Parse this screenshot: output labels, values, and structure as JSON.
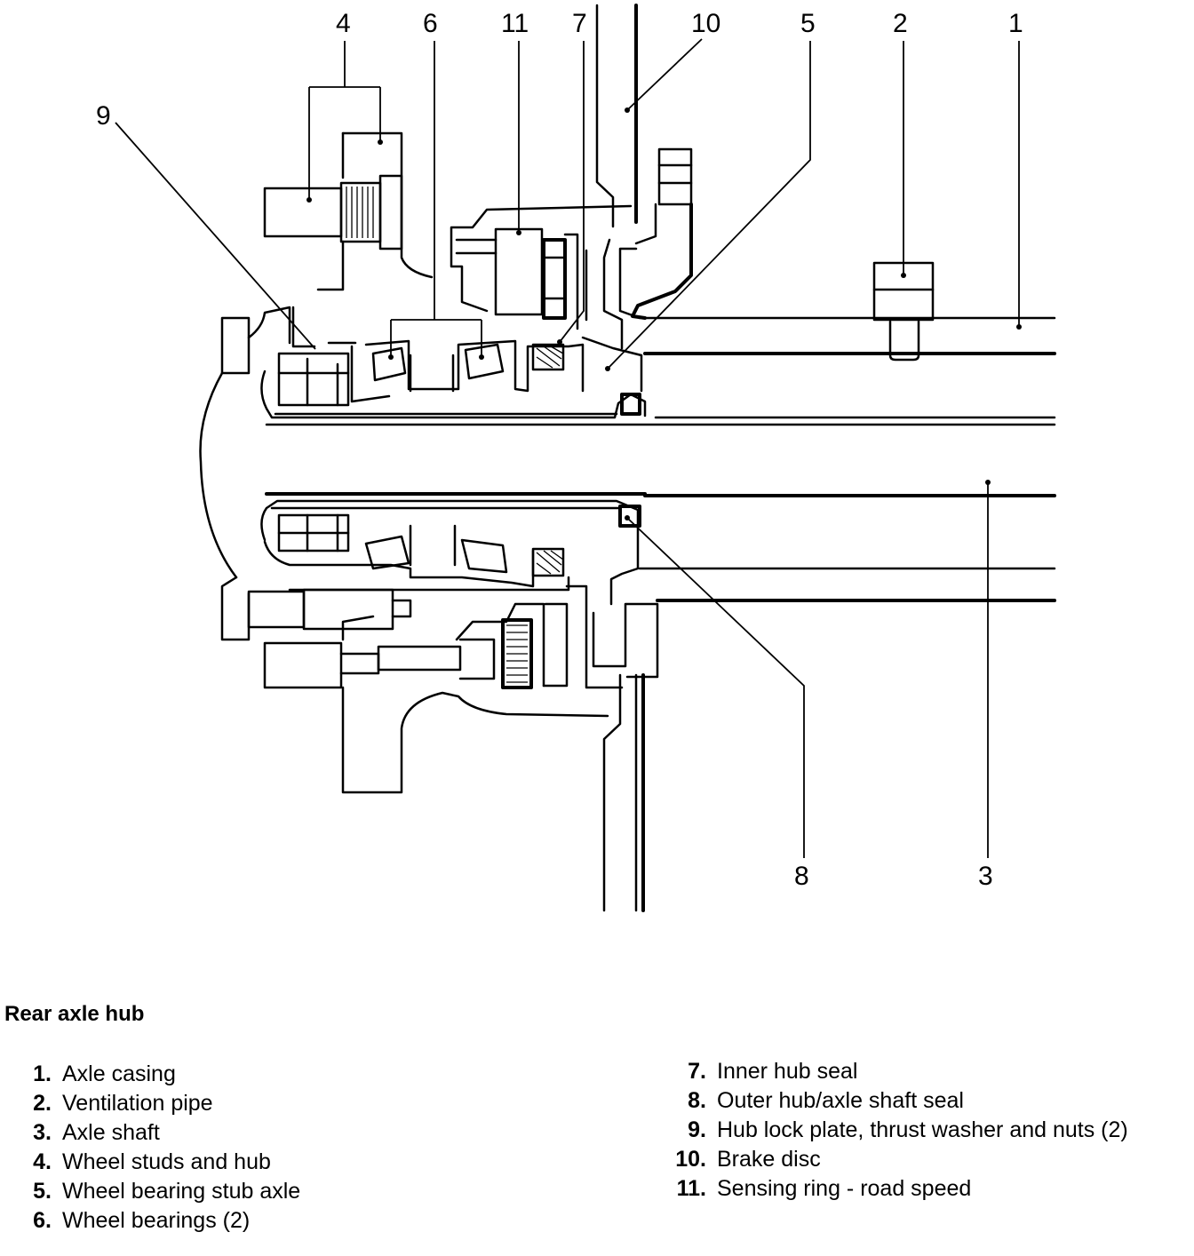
{
  "callouts": [
    {
      "id": "4",
      "label": "4"
    },
    {
      "id": "6",
      "label": "6"
    },
    {
      "id": "11",
      "label": "11"
    },
    {
      "id": "7",
      "label": "7"
    },
    {
      "id": "10",
      "label": "10"
    },
    {
      "id": "5",
      "label": "5"
    },
    {
      "id": "2",
      "label": "2"
    },
    {
      "id": "1",
      "label": "1"
    },
    {
      "id": "9",
      "label": "9"
    },
    {
      "id": "8",
      "label": "8"
    },
    {
      "id": "3",
      "label": "3"
    }
  ],
  "caption": "Rear axle hub",
  "legend": [
    {
      "num": "1.",
      "text": "Axle casing"
    },
    {
      "num": "2.",
      "text": "Ventilation pipe"
    },
    {
      "num": "3.",
      "text": "Axle shaft"
    },
    {
      "num": "4.",
      "text": "Wheel studs and hub"
    },
    {
      "num": "5.",
      "text": "Wheel bearing stub axle"
    },
    {
      "num": "6.",
      "text": "Wheel bearings (2)"
    },
    {
      "num": "7.",
      "text": "Inner hub seal"
    },
    {
      "num": "8.",
      "text": "Outer hub/axle shaft seal"
    },
    {
      "num": "9.",
      "text": "Hub lock plate, thrust washer and nuts (2)"
    },
    {
      "num": "10.",
      "text": "Brake disc"
    },
    {
      "num": "11.",
      "text": "Sensing ring - road speed"
    }
  ]
}
